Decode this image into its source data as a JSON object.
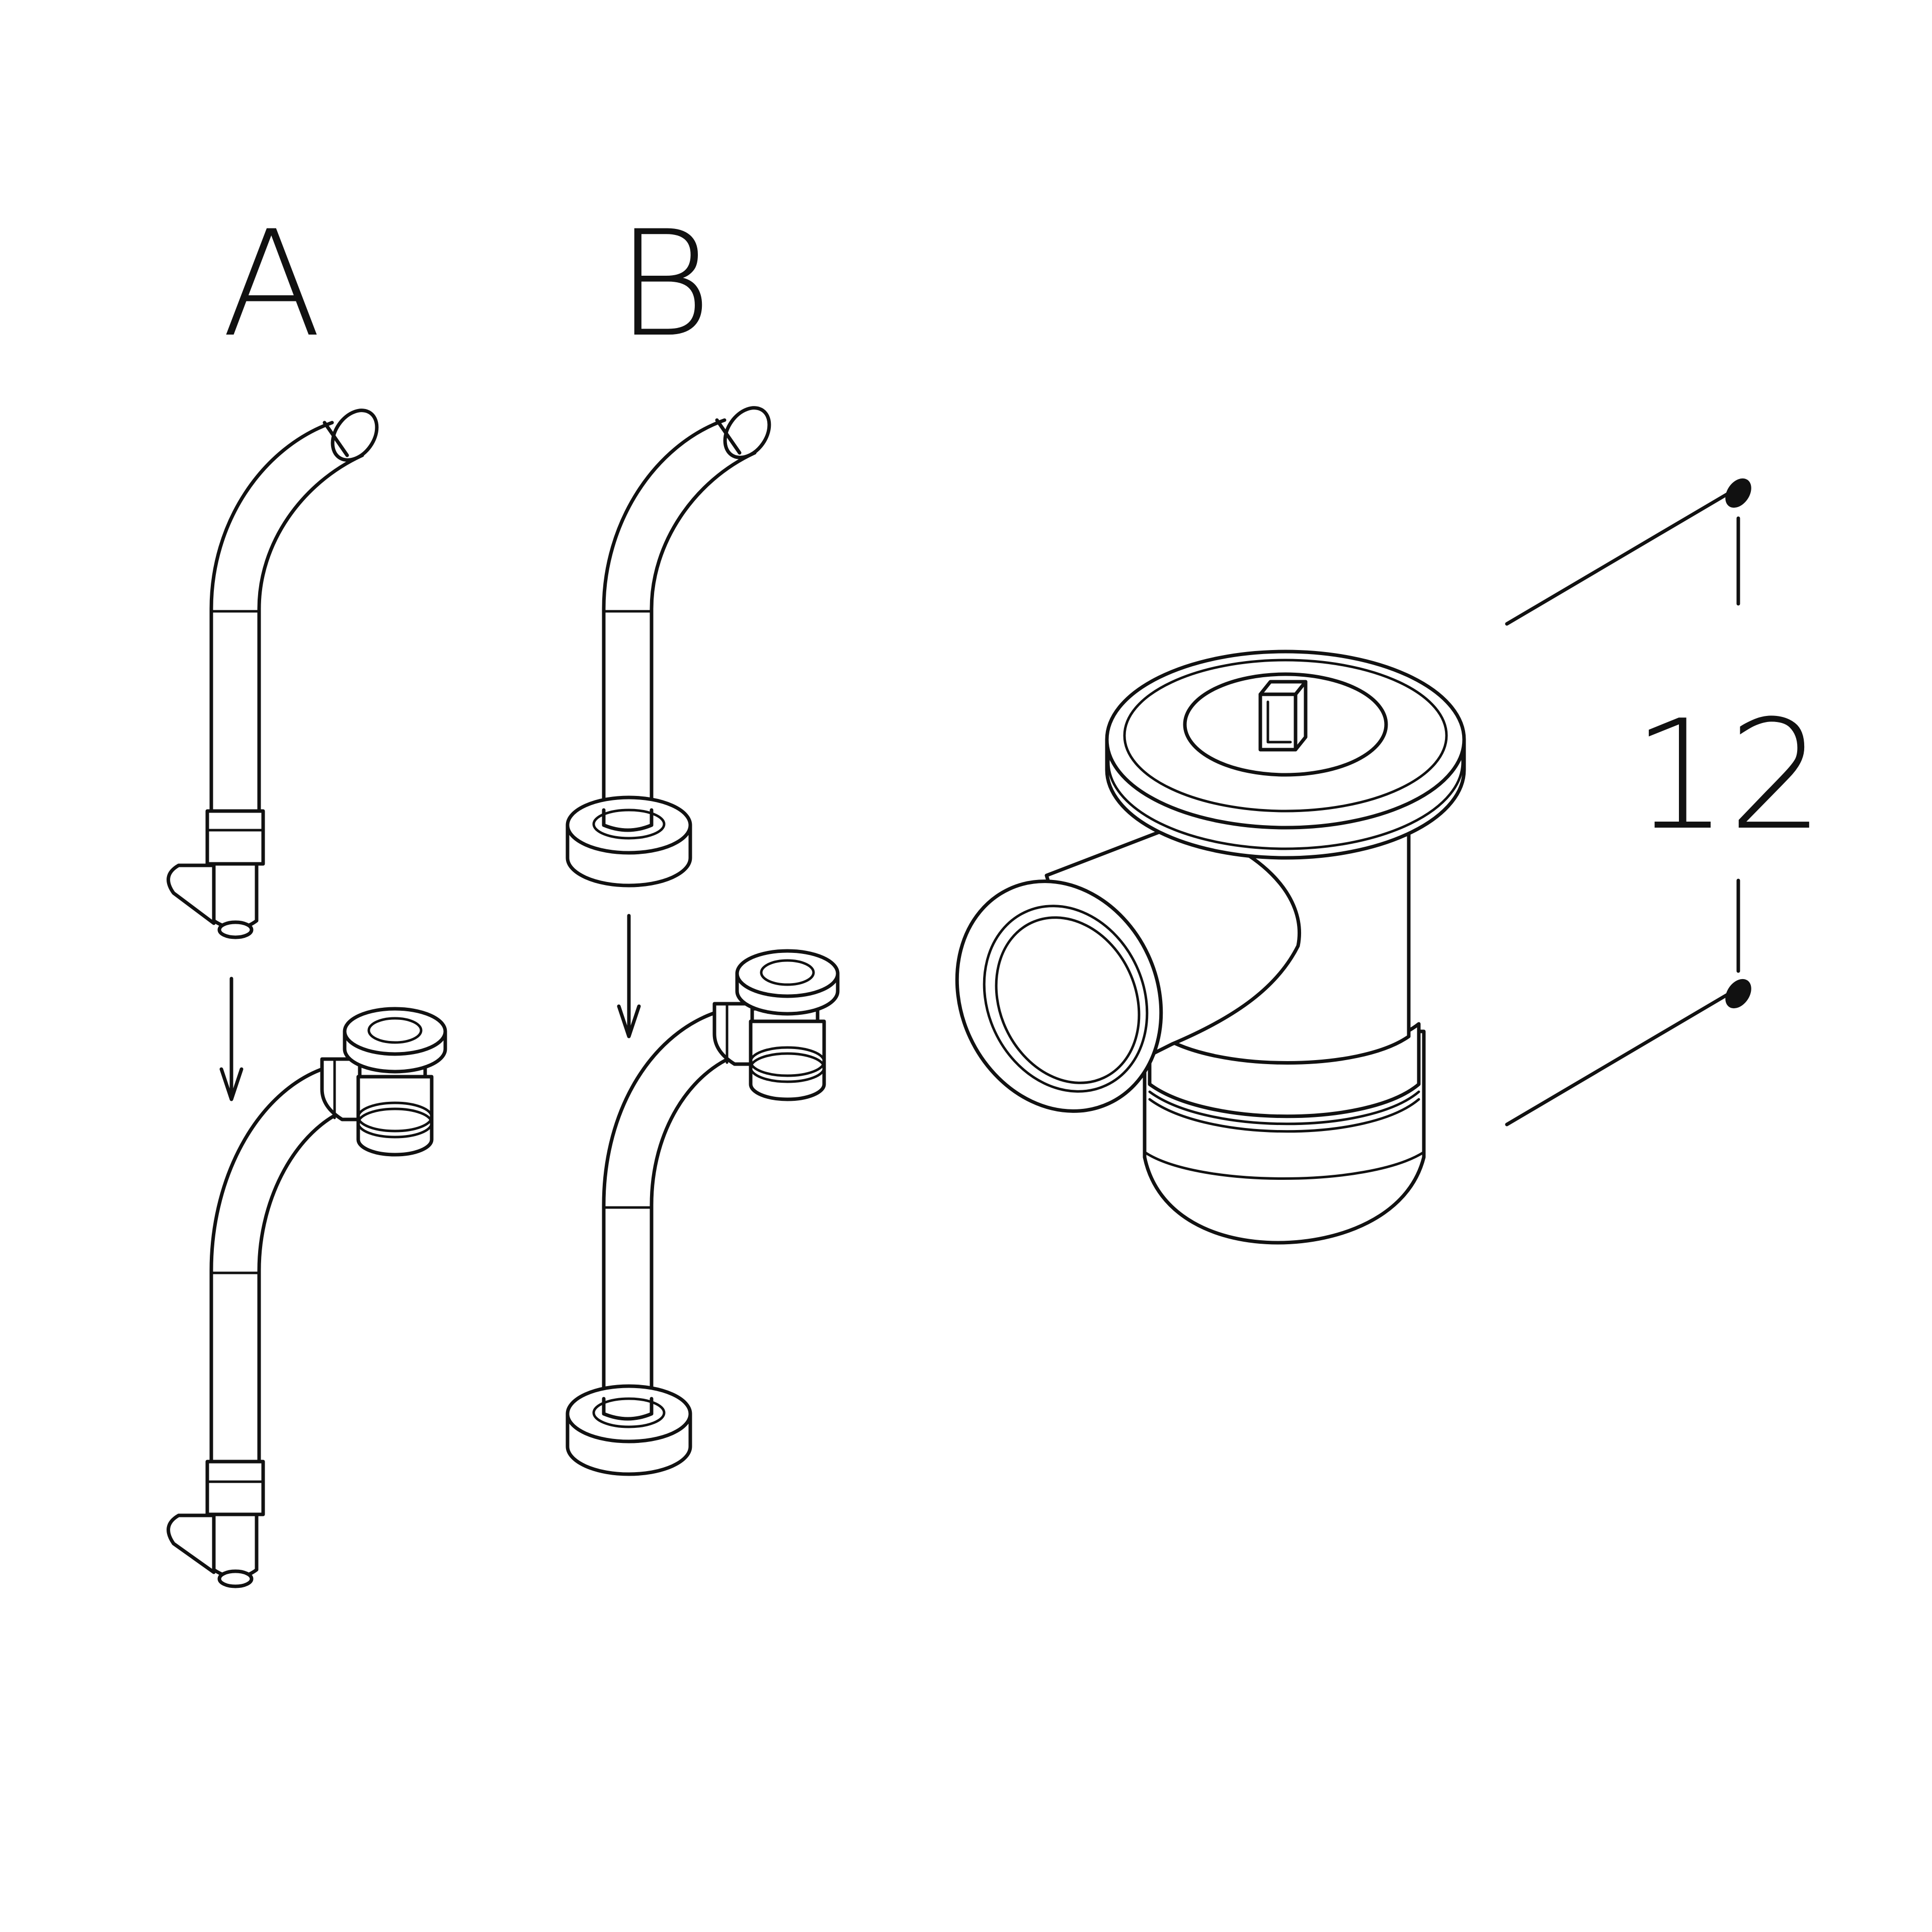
{
  "labels": {
    "variant_a": "A",
    "variant_b": "B",
    "dimension": "12"
  },
  "colors": {
    "line": "#111111",
    "background": "#ffffff"
  }
}
